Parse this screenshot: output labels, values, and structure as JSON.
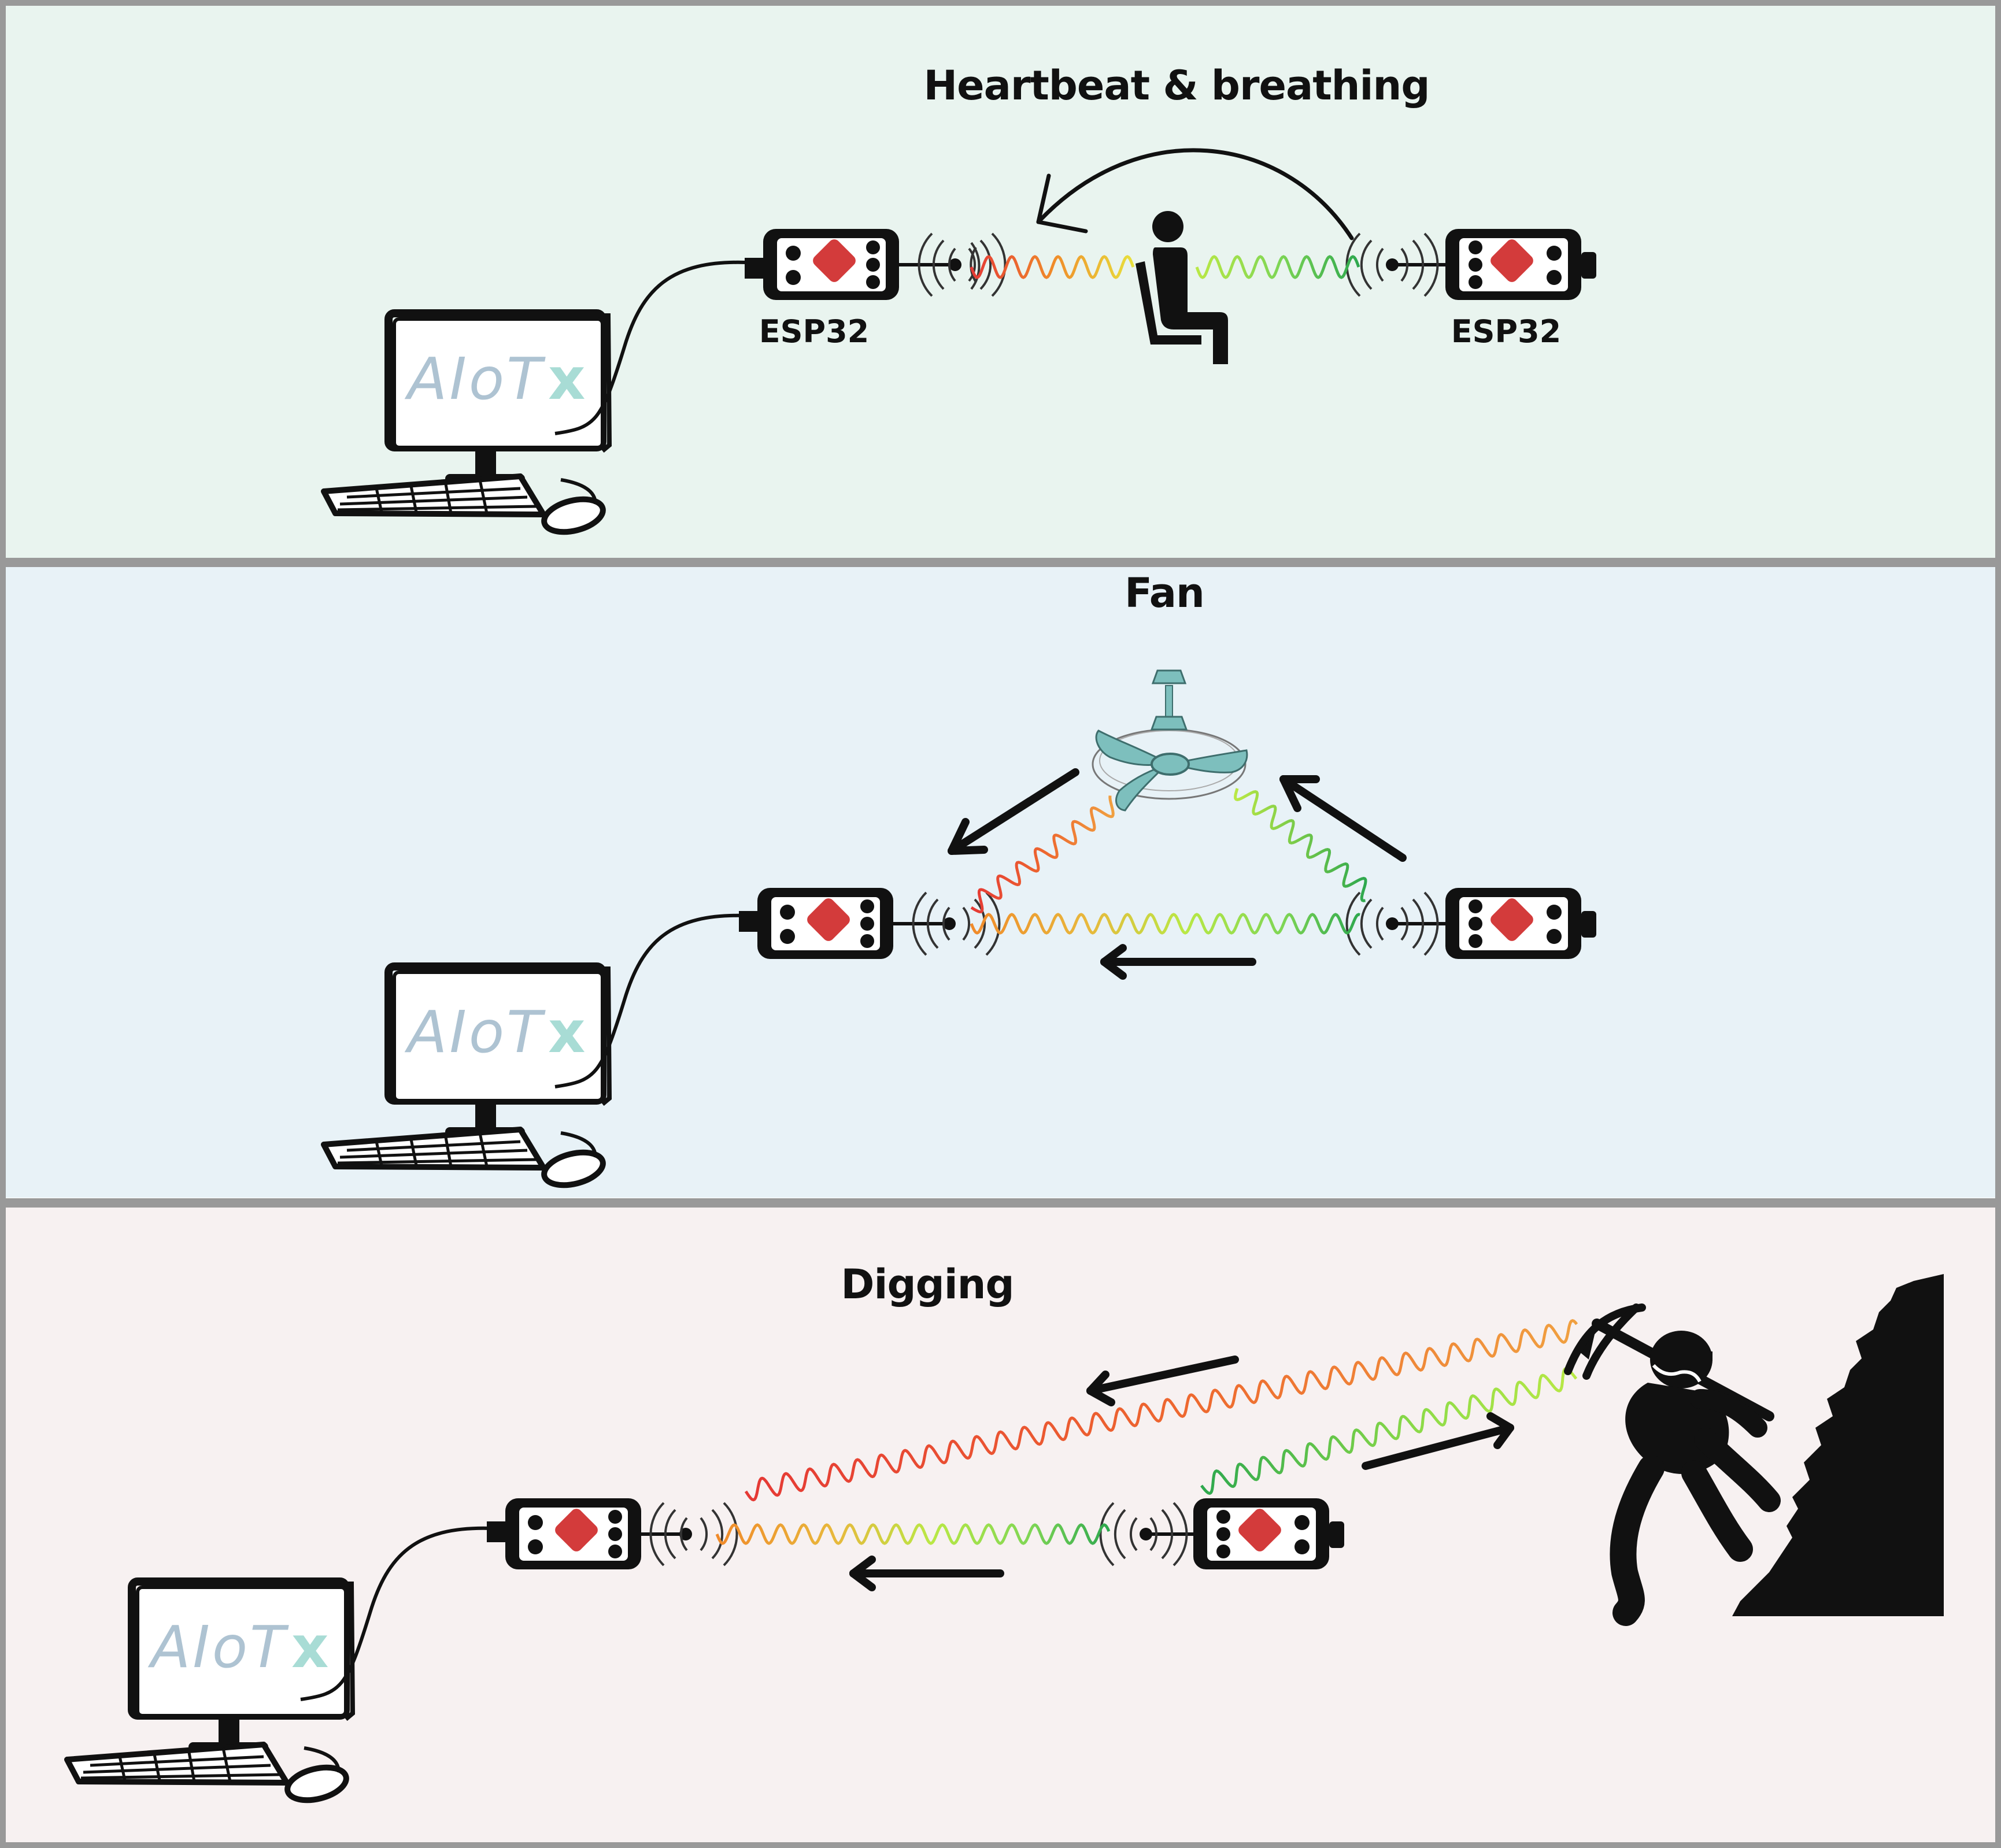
{
  "colors": {
    "panel_heartbeat": "#e9f4ef",
    "panel_fan": "#e8f2f7",
    "panel_digging": "#f7f1f1",
    "panel_border": "#999999",
    "chip_red": "#d33b3b",
    "fan_teal": "#7dbfbd",
    "wave_red": "#e53935",
    "wave_orange": "#f08a2a",
    "wave_yellow": "#e8e03c",
    "wave_lightgreen": "#9ee53c",
    "wave_green": "#2ea84e"
  },
  "icons": [
    "computer-icon",
    "esp32-board-icon",
    "antenna-icon",
    "seated-person-icon",
    "ceiling-fan-icon",
    "miner-icon",
    "rock-cliff-icon",
    "arrow-icon"
  ],
  "panels": [
    {
      "title": "Heartbeat & breathing",
      "logo": "AIoT",
      "logo_mark": "x",
      "device_labels": [
        "ESP32",
        "ESP32"
      ]
    },
    {
      "title": "Fan",
      "logo": "AIoT",
      "logo_mark": "x"
    },
    {
      "title": "Digging",
      "logo": "AIoT",
      "logo_mark": "x"
    }
  ]
}
